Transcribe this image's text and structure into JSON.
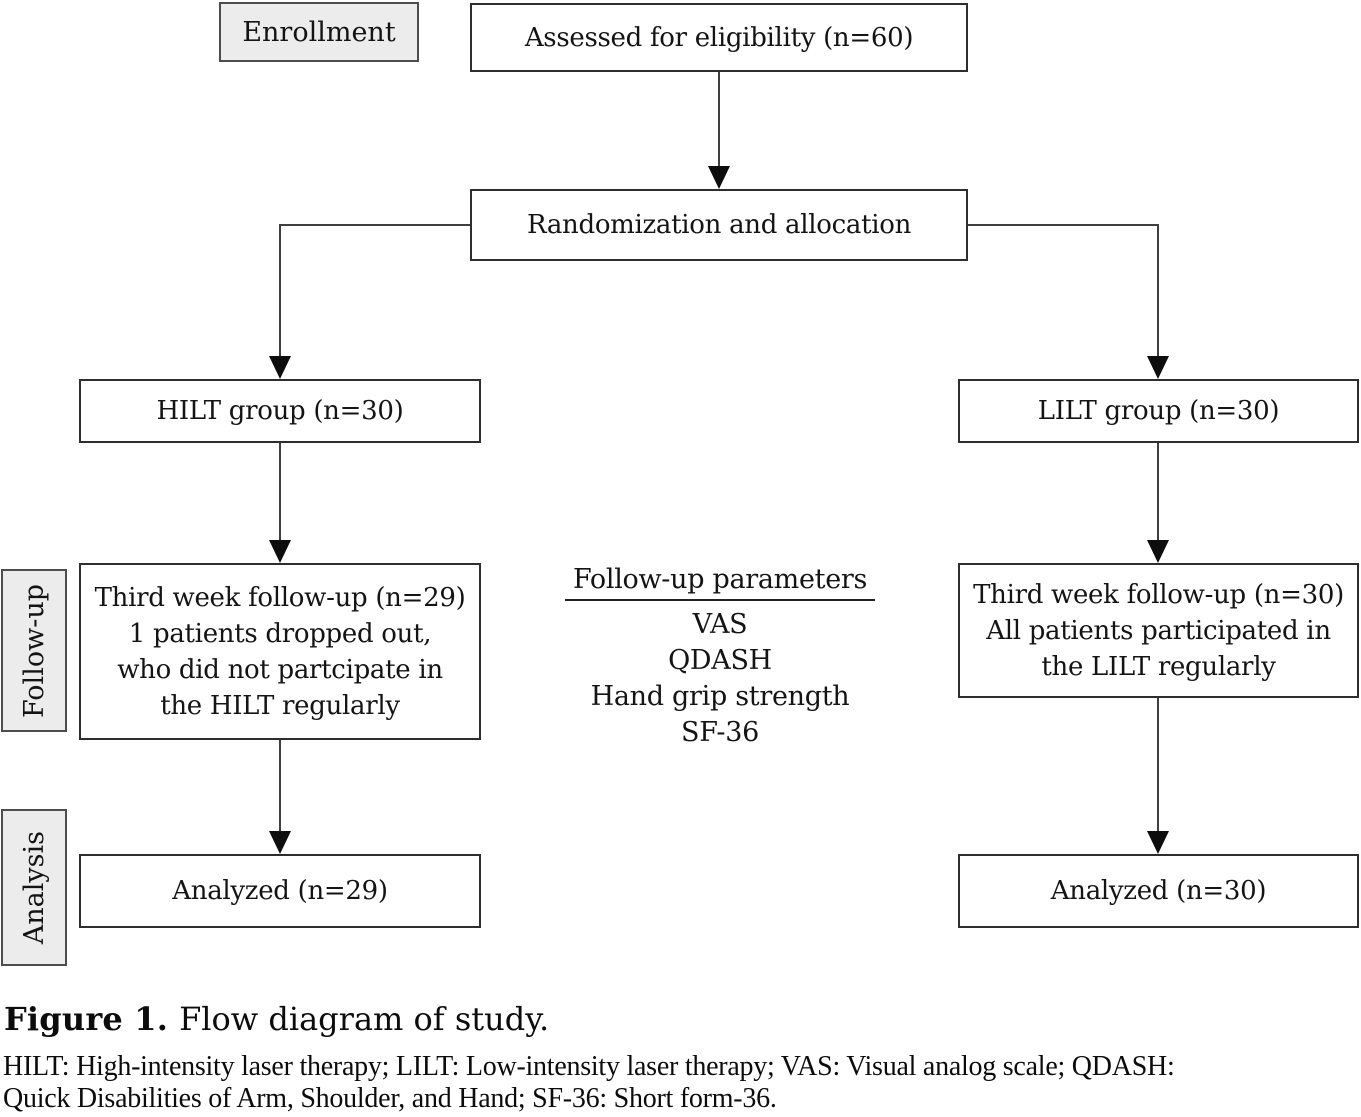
{
  "colors": {
    "box_border": "#2e2e2e",
    "grey_fill": "#ececec",
    "grey_border": "#4d4d4d",
    "line": "#3f3f3f",
    "arrow": "#0d0d0d"
  },
  "stages": {
    "enrollment": "Enrollment",
    "followup": "Follow-up",
    "analysis": "Analysis"
  },
  "flow": {
    "assessed": "Assessed for eligibility (n=60)",
    "randomization": "Randomization and allocation",
    "hilt_group": "HILT group (n=30)",
    "lilt_group": "LILT group (n=30)",
    "hilt_followup_lines": [
      "Third week follow-up (n=29)",
      "1 patients dropped out,",
      "who did not partcipate in",
      "the HILT regularly"
    ],
    "lilt_followup_lines": [
      "Third week follow-up (n=30)",
      "All patients participated in",
      "the LILT regularly"
    ],
    "hilt_analyzed": "Analyzed (n=29)",
    "lilt_analyzed": "Analyzed (n=30)"
  },
  "followup_parameters": {
    "heading": "Follow-up parameters",
    "items": [
      "VAS",
      "QDASH",
      "Hand grip strength",
      "SF-36"
    ]
  },
  "caption": {
    "figure_label": "Figure 1.",
    "figure_title": "Flow diagram of study.",
    "abbreviations_line1": "HILT: High-intensity laser therapy; LILT: Low-intensity laser therapy; VAS: Visual analog scale; QDASH:",
    "abbreviations_line2": "Quick Disabilities of Arm, Shoulder, and Hand; SF-36: Short form-36."
  }
}
